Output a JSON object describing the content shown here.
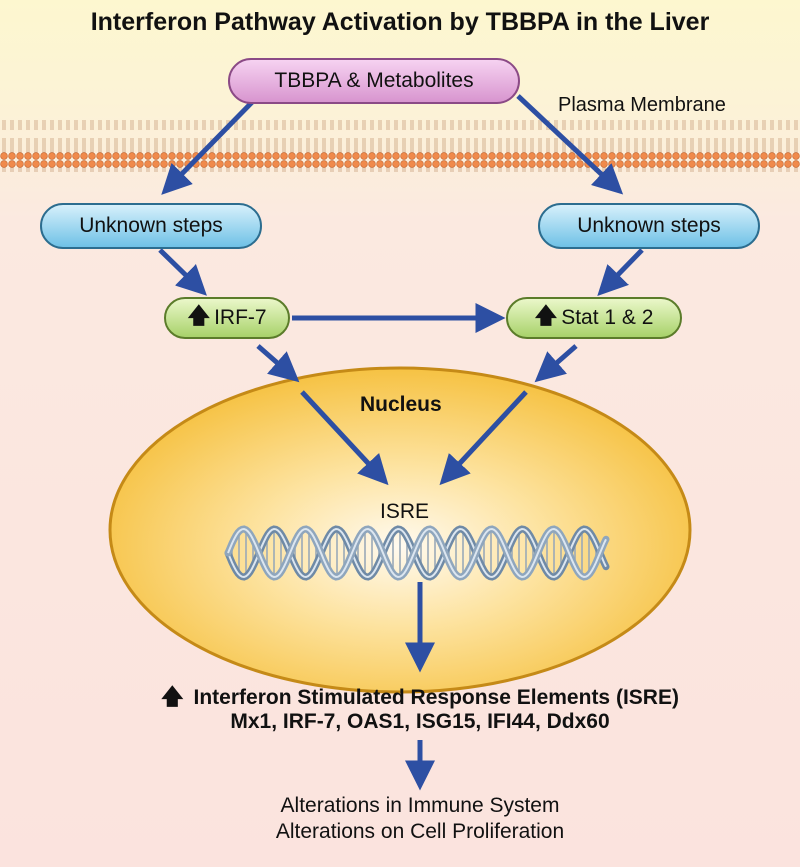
{
  "title": "Interferon Pathway Activation by TBBPA in the Liver",
  "membrane_label": "Plasma Membrane",
  "nodes": {
    "source": "TBBPA & Metabolites",
    "unknown_left": "Unknown steps",
    "unknown_right": "Unknown steps",
    "irf7": "IRF-7",
    "stat": "Stat 1 & 2"
  },
  "up_arrow": "🡅",
  "nucleus": {
    "label": "Nucleus",
    "isre": "ISRE"
  },
  "response": {
    "line1": "Interferon Stimulated Response Elements (ISRE)",
    "line2": "Mx1, IRF-7, OAS1, ISG15, IFI44, Ddx60"
  },
  "outcomes": [
    "Alterations in Immune System",
    "Alterations on Cell Proliferation"
  ],
  "colors": {
    "arrow": "#2d4fa3",
    "nucleus_fill": "#fbd370",
    "nucleus_edge": "#c58a17",
    "lipid_head": "#f08a4b",
    "dna": "#8fa6bd"
  }
}
